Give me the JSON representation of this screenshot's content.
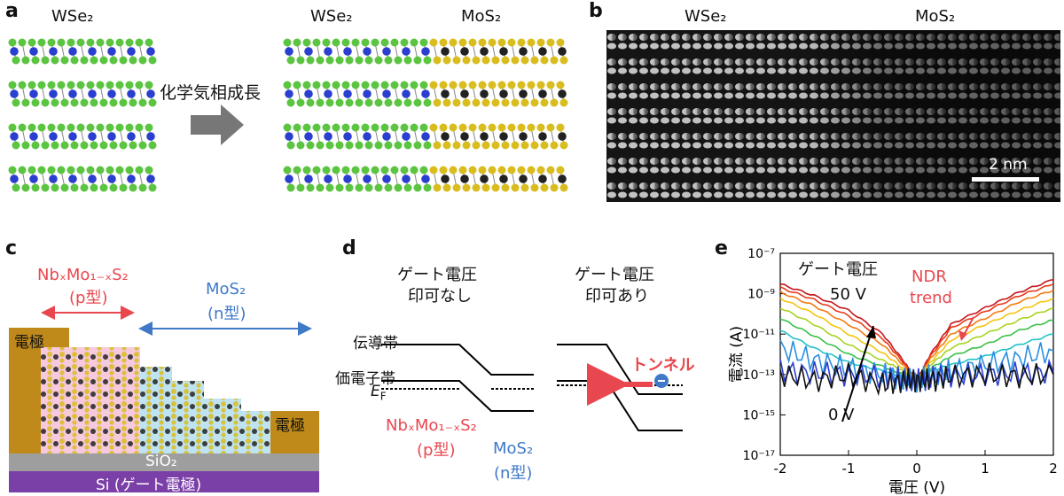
{
  "panels": {
    "a": {
      "label": "a",
      "left_title": "WSe₂",
      "right_title_1": "WSe₂",
      "right_title_2": "MoS₂",
      "arrow_text": "化学気相成長"
    },
    "b": {
      "label": "b",
      "title_left": "WSe₂",
      "title_right": "MoS₂",
      "scale_bar": "2 nm"
    },
    "c": {
      "label": "c",
      "p_material_main": "NbₓMo₁₋ₓS₂",
      "p_type": "(p型)",
      "n_material": "MoS₂",
      "n_type": "(n型)",
      "electrode_left": "電極",
      "electrode_right": "電極",
      "oxide": "SiO₂",
      "substrate": "Si (ゲート電極)"
    },
    "d": {
      "label": "d",
      "left_title_1": "ゲート電圧",
      "left_title_2": "印可なし",
      "right_title_1": "ゲート電圧",
      "right_title_2": "印可あり",
      "conduction_band": "伝導帯",
      "valence_band": "価電子帯",
      "fermi": "E",
      "fermi_sub": "F",
      "p_material": "NbₓMo₁₋ₓS₂",
      "p_type": "(p型)",
      "n_material": "MoS₂",
      "n_type": "(n型)",
      "tunnel": "トンネル"
    },
    "e": {
      "label": "e",
      "gate_title": "ゲート電圧",
      "v_high": "50 V",
      "v_low": "0 V",
      "ndr_1": "NDR",
      "ndr_2": "trend"
    }
  },
  "colors": {
    "wse2_green": "#5bc440",
    "w_blue": "#2a3fd0",
    "mos2_yellow": "#d9bd1f",
    "mo_black": "#222222",
    "electrode": "#c08a1a",
    "sio2": "#9e9e9e",
    "si": "#7b3fa8",
    "p_region": "#f6c9de",
    "n_region": "#bfe3f1",
    "red_label": "#e8474f",
    "blue_label": "#3f79c7"
  },
  "chart_data": {
    "type": "line",
    "title": "",
    "xlabel": "電圧 (V)",
    "ylabel": "電流 (A)",
    "xlim": [
      -2,
      2
    ],
    "ylim_log10": [
      -17,
      -7
    ],
    "log_y": true,
    "x_ticks": [
      "-2",
      "-1",
      "0",
      "1",
      "2"
    ],
    "y_ticks": [
      "10⁻⁷",
      "10⁻⁹",
      "10⁻¹¹",
      "10⁻¹³",
      "10⁻¹⁵",
      "10⁻¹⁷"
    ],
    "x": [
      -2,
      -1.5,
      -1,
      -0.5,
      -0.2,
      0,
      0.2,
      0.5,
      1,
      1.5,
      2
    ],
    "series": [
      {
        "color": "#c4161c",
        "values": [
          3e-09,
          8e-10,
          1.5e-10,
          1e-11,
          5e-13,
          5e-14,
          1e-12,
          3e-11,
          2e-10,
          1.2e-09,
          5e-09
        ]
      },
      {
        "color": "#e83a1a",
        "values": [
          2e-09,
          5e-10,
          8e-11,
          6e-12,
          4e-13,
          5e-14,
          8e-13,
          2e-11,
          1.3e-10,
          8e-10,
          3e-09
        ]
      },
      {
        "color": "#f47a12",
        "values": [
          1.2e-09,
          2.5e-10,
          3e-11,
          3e-12,
          3e-13,
          5e-14,
          6e-13,
          1e-11,
          6e-11,
          4e-10,
          1.5e-09
        ]
      },
      {
        "color": "#f5c40f",
        "values": [
          6e-10,
          1e-10,
          1e-11,
          1.2e-12,
          2e-13,
          5e-14,
          4e-13,
          5e-12,
          3e-11,
          1.5e-10,
          6e-10
        ]
      },
      {
        "color": "#a8d320",
        "values": [
          2e-10,
          3e-11,
          3e-12,
          5e-13,
          1.5e-13,
          5e-14,
          3e-13,
          2e-12,
          1e-11,
          5e-11,
          2e-10
        ]
      },
      {
        "color": "#3cc04a",
        "values": [
          6e-11,
          8e-12,
          1e-12,
          2.5e-13,
          1e-13,
          5e-14,
          2e-13,
          8e-13,
          3e-12,
          1.5e-11,
          5e-11
        ]
      },
      {
        "color": "#22c2c8",
        "values": [
          1.5e-11,
          2e-12,
          4e-13,
          1.5e-13,
          8e-14,
          5e-14,
          1.5e-13,
          3e-13,
          8e-13,
          3e-12,
          1e-11
        ]
      },
      {
        "color": "#2a8fe0",
        "values": [
          2e-12,
          5e-13,
          2e-13,
          1e-13,
          6e-14,
          5e-14,
          1e-13,
          1.5e-13,
          3e-13,
          6e-13,
          1.5e-12
        ]
      },
      {
        "color": "#2a3fd0",
        "values": [
          1.5e-13,
          1.2e-13,
          1e-13,
          8e-14,
          6e-14,
          5e-14,
          7e-14,
          9e-14,
          1e-13,
          1.1e-13,
          1.3e-13
        ]
      },
      {
        "color": "#111111",
        "values": [
          1e-13,
          5e-14,
          1e-13,
          3e-14,
          5e-14,
          5e-14,
          5e-14,
          8e-14,
          1e-13,
          8e-14,
          1e-13
        ]
      }
    ]
  }
}
